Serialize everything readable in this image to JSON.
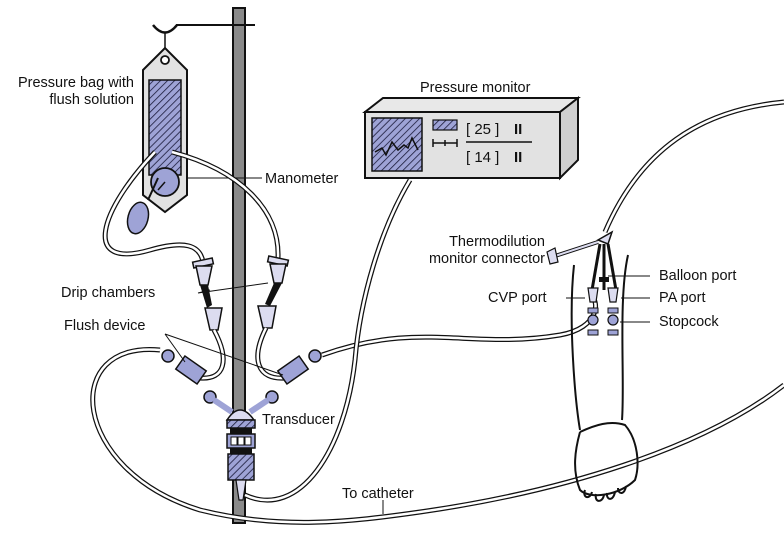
{
  "diagram": {
    "title": "Hemodynamic pressure monitoring setup",
    "labels": {
      "pressure_bag_line1": "Pressure bag with",
      "pressure_bag_line2": "flush solution",
      "manometer": "Manometer",
      "pressure_monitor": "Pressure monitor",
      "thermodilution_line1": "Thermodilution",
      "thermodilution_line2": "monitor connector",
      "balloon_port": "Balloon port",
      "cvp_port": "CVP port",
      "pa_port": "PA port",
      "stopcock": "Stopcock",
      "drip_chambers": "Drip chambers",
      "flush_device": "Flush device",
      "transducer": "Transducer",
      "to_catheter": "To catheter"
    },
    "monitor": {
      "readout_top": "[ 25 ]",
      "readout_bottom": "[ 14 ]",
      "bars_top": "II",
      "bars_bottom": "II"
    },
    "colors": {
      "component_fill": "#9ea3d6",
      "light_fill": "#dcdcf0",
      "pole": "#8a8a8a",
      "device_body": "#e2e2e2",
      "outline": "#111111"
    }
  }
}
